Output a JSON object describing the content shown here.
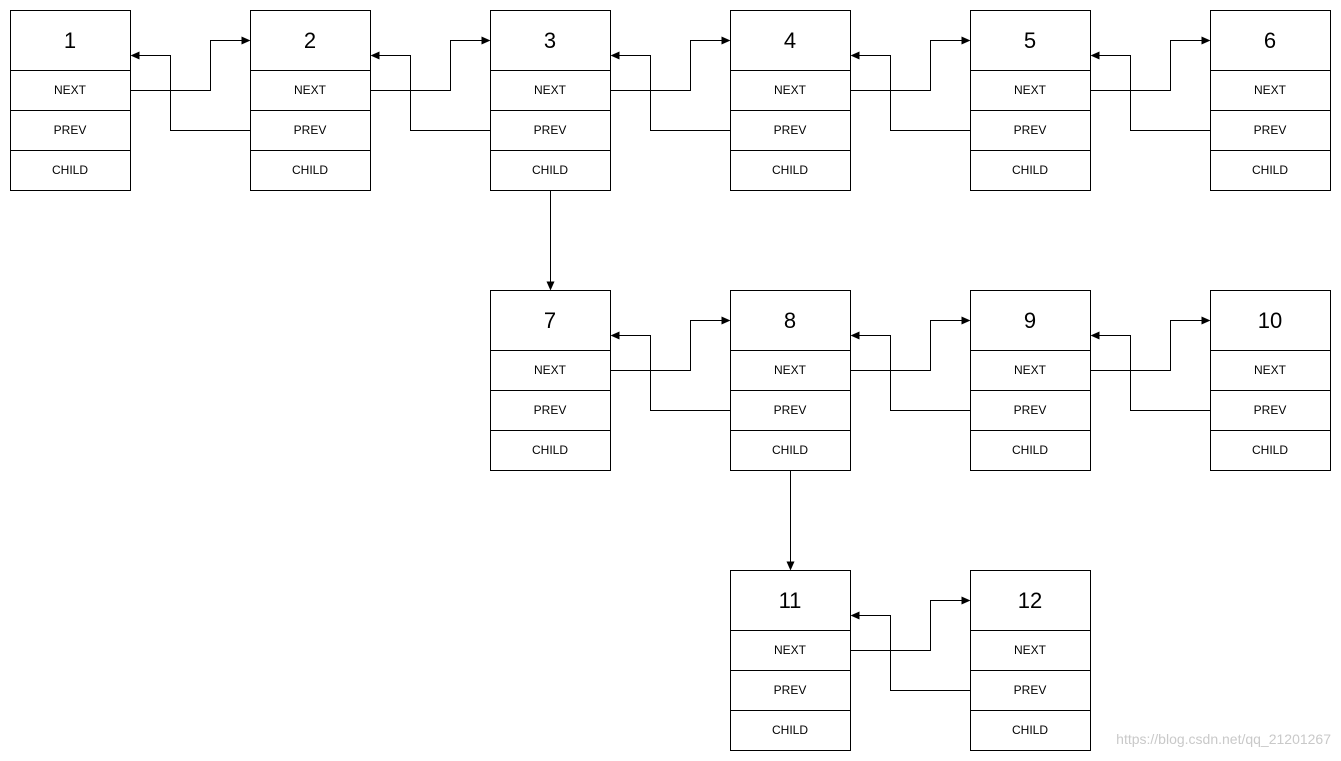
{
  "diagram": {
    "nodes": [
      {
        "id": "1",
        "value": "1",
        "fields": [
          "NEXT",
          "PREV",
          "CHILD"
        ]
      },
      {
        "id": "2",
        "value": "2",
        "fields": [
          "NEXT",
          "PREV",
          "CHILD"
        ]
      },
      {
        "id": "3",
        "value": "3",
        "fields": [
          "NEXT",
          "PREV",
          "CHILD"
        ]
      },
      {
        "id": "4",
        "value": "4",
        "fields": [
          "NEXT",
          "PREV",
          "CHILD"
        ]
      },
      {
        "id": "5",
        "value": "5",
        "fields": [
          "NEXT",
          "PREV",
          "CHILD"
        ]
      },
      {
        "id": "6",
        "value": "6",
        "fields": [
          "NEXT",
          "PREV",
          "CHILD"
        ]
      },
      {
        "id": "7",
        "value": "7",
        "fields": [
          "NEXT",
          "PREV",
          "CHILD"
        ]
      },
      {
        "id": "8",
        "value": "8",
        "fields": [
          "NEXT",
          "PREV",
          "CHILD"
        ]
      },
      {
        "id": "9",
        "value": "9",
        "fields": [
          "NEXT",
          "PREV",
          "CHILD"
        ]
      },
      {
        "id": "10",
        "value": "10",
        "fields": [
          "NEXT",
          "PREV",
          "CHILD"
        ]
      },
      {
        "id": "11",
        "value": "11",
        "fields": [
          "NEXT",
          "PREV",
          "CHILD"
        ]
      },
      {
        "id": "12",
        "value": "12",
        "fields": [
          "NEXT",
          "PREV",
          "CHILD"
        ]
      }
    ],
    "levels": [
      [
        "1",
        "2",
        "3",
        "4",
        "5",
        "6"
      ],
      [
        "7",
        "8",
        "9",
        "10"
      ],
      [
        "11",
        "12"
      ]
    ],
    "next_prev_links": [
      [
        "1",
        "2"
      ],
      [
        "2",
        "3"
      ],
      [
        "3",
        "4"
      ],
      [
        "4",
        "5"
      ],
      [
        "5",
        "6"
      ],
      [
        "7",
        "8"
      ],
      [
        "8",
        "9"
      ],
      [
        "9",
        "10"
      ],
      [
        "11",
        "12"
      ]
    ],
    "child_links": [
      [
        "3",
        "7"
      ],
      [
        "8",
        "11"
      ]
    ]
  },
  "watermark": "https://blog.csdn.net/qq_21201267",
  "colors": {
    "stroke": "#000000",
    "background": "#ffffff",
    "watermark": "#c9c9c9"
  }
}
